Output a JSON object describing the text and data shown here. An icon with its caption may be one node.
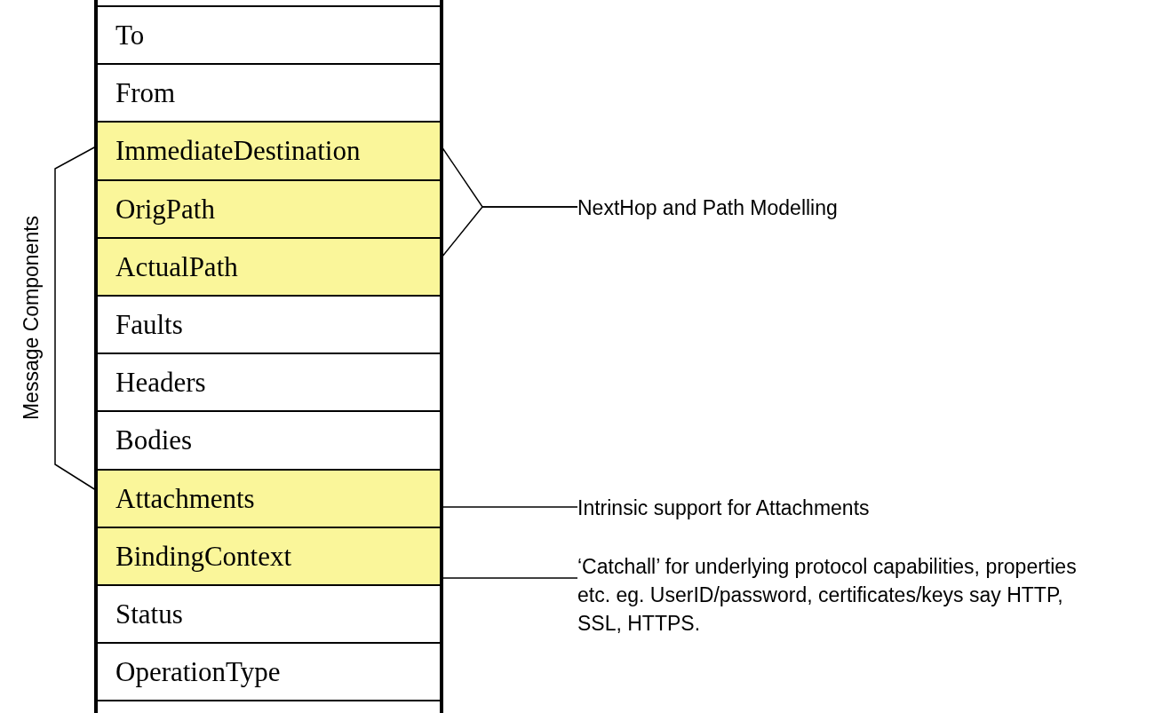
{
  "diagram": {
    "nodes": [
      {
        "text": [
          "To"
        ]
      },
      {
        "text": [
          "From"
        ]
      },
      {
        "text": [
          "ImmediateDestination"
        ]
      },
      {
        "text": [
          "OrigPath"
        ]
      },
      {
        "text": [
          "ActualPath"
        ]
      },
      {
        "text": [
          "Faults"
        ]
      },
      {
        "text": [
          "Headers"
        ]
      },
      {
        "text": [
          "Bodies"
        ]
      },
      {
        "text": [
          "Attachments"
        ]
      },
      {
        "text": [
          "BindingContext"
        ]
      },
      {
        "text": [
          "Status"
        ]
      },
      {
        "text": [
          "OperationType"
        ]
      },
      {
        "text": [
          "NextHop and Path Modelling"
        ]
      },
      {
        "text": [
          "Intrinsic support for Attachments"
        ]
      },
      {
        "text": [
          "‘Catchall’ for underlying protocol capabilities, properties etc. eg. UserID/password, certificates/keys say HTTP, SSL, HTTPS."
        ]
      }
    ],
    "edges": [
      {
        "from": 12,
        "to": 2,
        "arrow": "none"
      },
      {
        "from": 12,
        "to": 4,
        "arrow": "none"
      },
      {
        "from": 13,
        "to": 8,
        "arrow": "none"
      },
      {
        "from": 14,
        "to": 9,
        "arrow": "none"
      }
    ],
    "labels": [
      "Message Components"
    ]
  }
}
